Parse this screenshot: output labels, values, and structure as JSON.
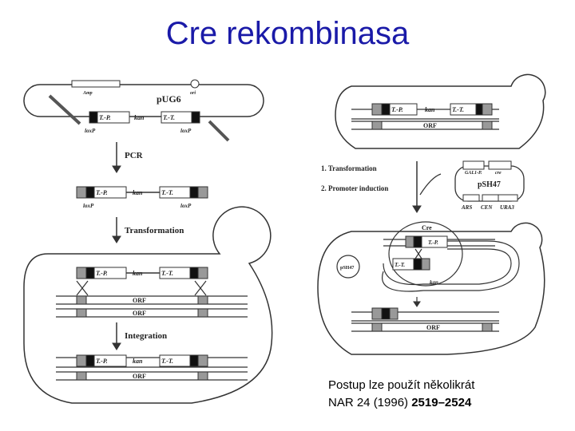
{
  "title": "Cre rekombinasa",
  "left_panel": {
    "plasmid_name": "pUG6",
    "amp_label": "Amp",
    "ori_label": "ori",
    "tp_label": "T.-P.",
    "kan_label": "kan",
    "tt_label": "T.-T.",
    "loxp_label": "loxP",
    "step1": "PCR",
    "step2": "Transformation",
    "orf_label": "ORF",
    "step3": "Integration"
  },
  "right_panel": {
    "step1": "1. Transformation",
    "step2": "2. Promoter induction",
    "gal_label": "GAL1-P.",
    "cre_label": "cre",
    "psh47_label": "pSH47",
    "ars_label": "ARS",
    "cen_label": "CEN",
    "ura_label": "URA3",
    "cre_protein": "Cre",
    "psh47_small": "pSH47",
    "tp_label": "T.-P.",
    "tt_label": "T.-T.",
    "kan_label": "kan",
    "orf_label": "ORF"
  },
  "caption": {
    "line1": "Postup lze použít několikrát",
    "line2_prefix": "NAR 24 (1996) ",
    "line2_pages": "2519–2524"
  }
}
